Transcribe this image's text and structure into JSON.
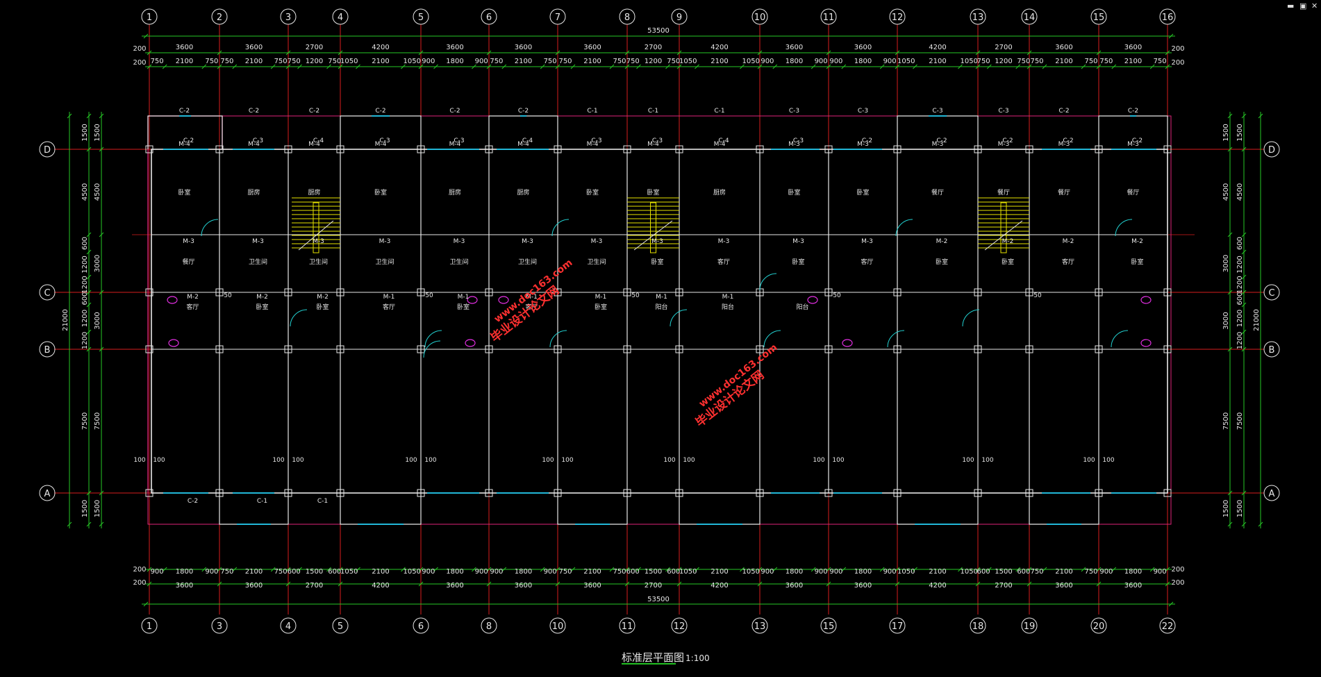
{
  "window_controls": {
    "minimize": "▬",
    "restore": "▣",
    "close": "✕"
  },
  "colors": {
    "background": "#000000",
    "axis": "#d81e1e",
    "wall": "#e8e8e8",
    "dim": "#26c826",
    "bubble": "#e8e8e8",
    "label": "#e8e8e8",
    "door": "#22d0d0",
    "window": "#22b8d8",
    "stair": "#e8e400",
    "outline": "#e0257a",
    "fixture": "#e02ee0",
    "watermark": "#ff3030"
  },
  "title": {
    "text": "标准层平面图",
    "scale": "1:100"
  },
  "plan": {
    "top_grid_labels": [
      "1",
      "2",
      "3",
      "4",
      "5",
      "6",
      "7",
      "8",
      "9",
      "10",
      "11",
      "12",
      "13",
      "14",
      "15",
      "16"
    ],
    "bottom_grid_labels": [
      "1",
      "3",
      "4",
      "5",
      "6",
      "8",
      "10",
      "11",
      "12",
      "13",
      "15",
      "17",
      "18",
      "19",
      "20",
      "22"
    ],
    "row_labels": [
      "D",
      "C",
      "B",
      "A"
    ],
    "total_length": "53500",
    "total_depth": "21000",
    "top_bays": [
      "3600",
      "3600",
      "2700",
      "4200",
      "3600",
      "3600",
      "3600",
      "2700",
      "4200",
      "3600",
      "3600",
      "4200",
      "2700",
      "3600",
      "3600"
    ],
    "bottom_bays": [
      "3600",
      "3600",
      "2700",
      "4200",
      "3600",
      "3600",
      "3600",
      "2700",
      "4200",
      "3600",
      "3600",
      "4200",
      "2700",
      "3600",
      "3600"
    ],
    "edge_offset": "200",
    "top_details": [
      "750",
      "2100",
      "750",
      "750",
      "2100",
      "750",
      "750",
      "1200",
      "750",
      "1050",
      "2100",
      "1050",
      "900",
      "1800",
      "900",
      "750",
      "2100",
      "750",
      "750",
      "2100",
      "750",
      "750",
      "1200",
      "750",
      "1050",
      "2100",
      "1050",
      "900",
      "1800",
      "900",
      "900",
      "1800",
      "900",
      "1050",
      "2100",
      "1050",
      "750",
      "1200",
      "750",
      "750",
      "2100",
      "750",
      "750",
      "2100",
      "750"
    ],
    "bottom_details": [
      "900",
      "1800",
      "900",
      "750",
      "2100",
      "750",
      "600",
      "1500",
      "600",
      "1050",
      "2100",
      "1050",
      "900",
      "1800",
      "900",
      "900",
      "1800",
      "900",
      "750",
      "2100",
      "750",
      "600",
      "1500",
      "600",
      "1050",
      "2100",
      "1050",
      "900",
      "1800",
      "900",
      "900",
      "1800",
      "900",
      "1050",
      "2100",
      "1050",
      "600",
      "1500",
      "600",
      "750",
      "2100",
      "750",
      "900",
      "1800",
      "900"
    ],
    "side_rows": [
      "1500",
      "4500",
      "3000",
      "3000",
      "7500",
      "1500"
    ],
    "side_details": [
      "1500",
      "4500",
      "600",
      "1200",
      "1200",
      "600",
      "1200",
      "1200",
      "7500",
      "1500"
    ],
    "room_labels": [
      "卧室",
      "厨房",
      "厨房",
      "卧室",
      "厨房",
      "厨房",
      "卧室",
      "卧室",
      "厨房",
      "卧室",
      "卧室",
      "餐厅",
      "餐厅",
      "餐厅",
      "餐厅",
      "餐厅",
      "卫生间",
      "卫生间",
      "卫生间",
      "卫生间",
      "卫生间",
      "卫生间",
      "卧室",
      "客厅",
      "卧室",
      "客厅",
      "卧室",
      "卧室",
      "客厅",
      "卧室",
      "客厅",
      "卧室",
      "卧室",
      "客厅",
      "卧室",
      "客厅",
      "卧室",
      "阳台",
      "阳台",
      "阳台"
    ],
    "window_labels": [
      "C-2",
      "C-2",
      "C-2",
      "C-2",
      "C-2",
      "C-2",
      "C-1",
      "C-1",
      "C-1",
      "C-3",
      "C-3",
      "C-3",
      "C-3",
      "C-2",
      "C-2",
      "C-2",
      "C-3",
      "C-4",
      "C-3",
      "C-3",
      "C-4",
      "C-3",
      "C-3",
      "C-4",
      "C-3",
      "C-2",
      "C-2",
      "C-2",
      "C-2",
      "C-2",
      "C-2",
      "C-1",
      "C-1"
    ],
    "door_labels": [
      "M-4",
      "M-4",
      "M-4",
      "M-4",
      "M-4",
      "M-4",
      "M-4",
      "M-4",
      "M-4",
      "M-3",
      "M-3",
      "M-3",
      "M-3",
      "M-3",
      "M-3",
      "M-3",
      "M-3",
      "M-3",
      "M-3",
      "M-3",
      "M-3",
      "M-3",
      "M-3",
      "M-3",
      "M-3",
      "M-3",
      "M-2",
      "M-2",
      "M-2",
      "M-2",
      "M-2",
      "M-2",
      "M-2",
      "M-1",
      "M-1",
      "M-1",
      "M-1",
      "M-1",
      "M-1"
    ],
    "wall_offsets": [
      "100",
      "50"
    ],
    "watermarks": [
      {
        "line1": "毕业设计论文网",
        "line2": "www.doc163.com"
      },
      {
        "line1": "毕业设计论文网",
        "line2": "www.doc163.com"
      }
    ]
  }
}
